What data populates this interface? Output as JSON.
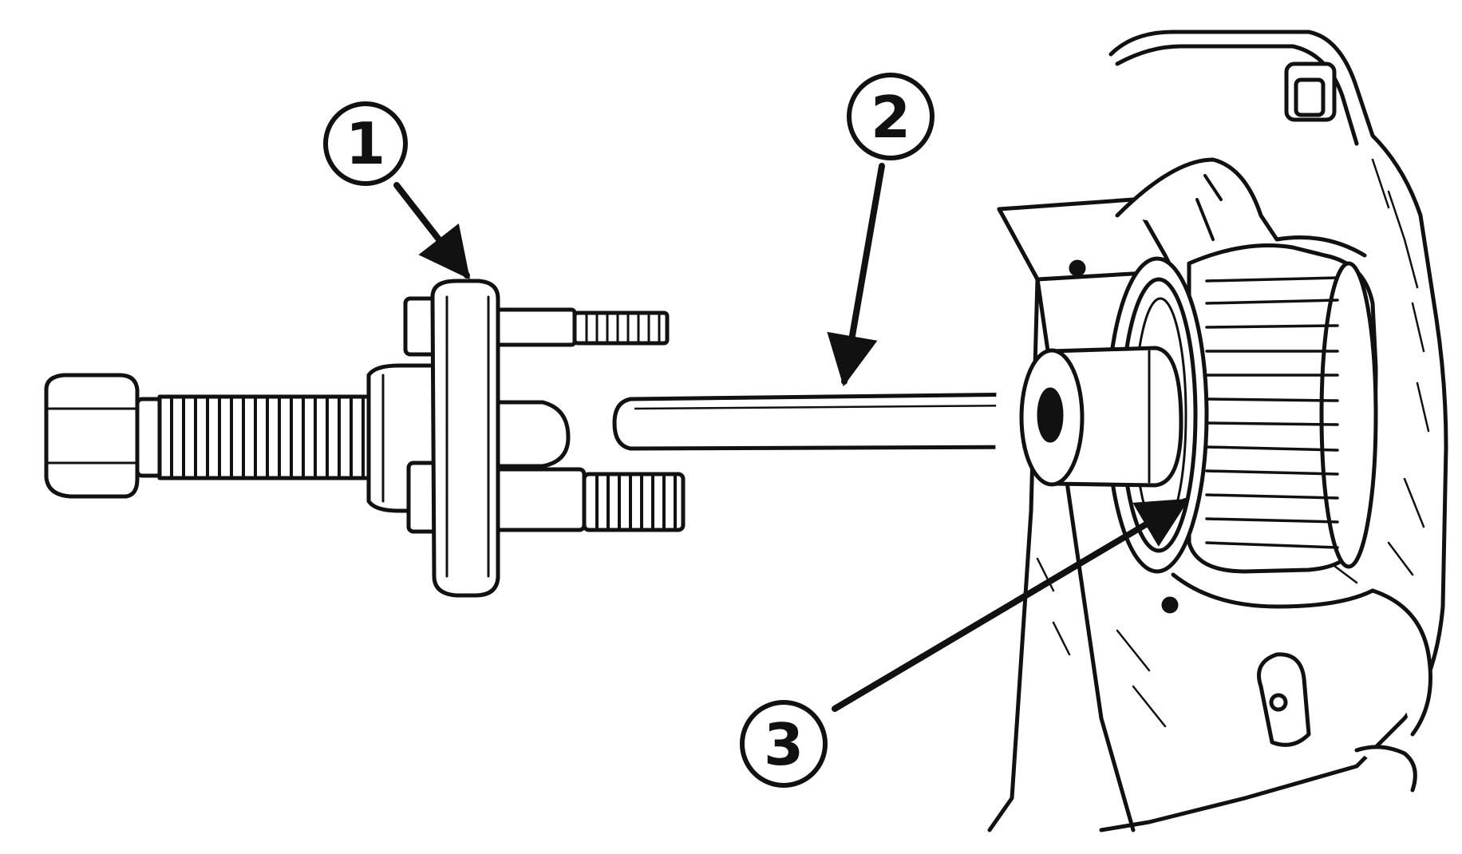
{
  "callouts": [
    {
      "id": "1",
      "label": "1"
    },
    {
      "id": "2",
      "label": "2"
    },
    {
      "id": "3",
      "label": "3"
    }
  ],
  "colors": {
    "ink": "#111111",
    "paper": "#ffffff",
    "shade": "#e6e6e6"
  }
}
